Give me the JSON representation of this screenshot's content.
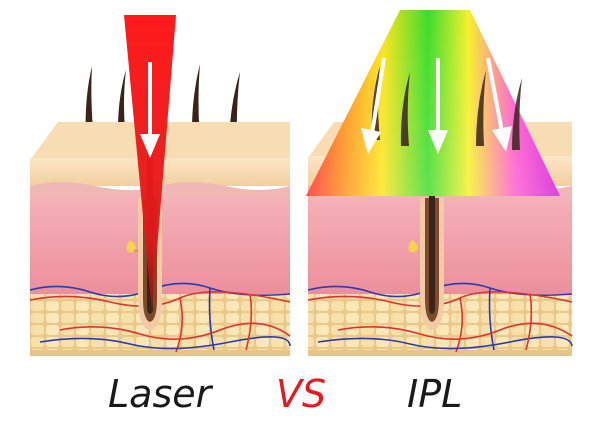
{
  "labels": {
    "laser": "Laser",
    "vs": "VS",
    "ipl": "IPL"
  },
  "colors": {
    "laser_beam": "#e4141b",
    "vs_text": "#e11b22",
    "caption_text": "#1a1a1a",
    "epidermis": "#f6d6a8",
    "dermis": "#ef9aa6",
    "fat_layer": "#f7dca6",
    "hair": "#3a241a"
  },
  "icons": [
    "down-arrow-icon",
    "hair-strand-icon",
    "oil-drop-icon"
  ]
}
